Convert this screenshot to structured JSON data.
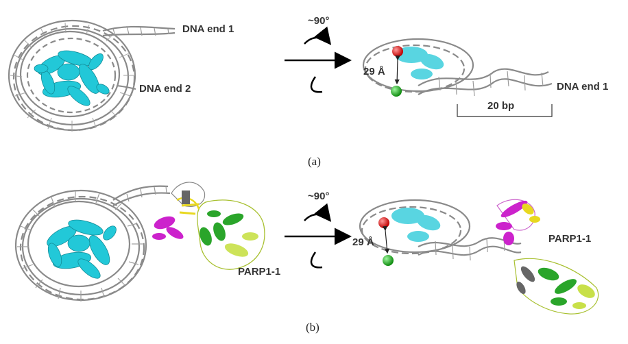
{
  "panel_a": {
    "caption": "(a)",
    "label_dna_end_1": "DNA end 1",
    "label_dna_end_2": "DNA end 2",
    "rotation": "~90°",
    "distance": "29 Å",
    "label_dna_end_1_rotated": "DNA end 1",
    "scale_bar": "20 bp"
  },
  "panel_b": {
    "caption": "(b)",
    "rotation": "~90°",
    "distance": "29 Å",
    "label_parp_left": "PARP1-1",
    "label_parp_right": "PARP1-1"
  },
  "colors": {
    "dna": "#8a8a8a",
    "histone": "#22c8d8",
    "marker_red": "#e01010",
    "marker_green": "#20b020",
    "parp_magenta": "#cc22cc",
    "parp_green": "#2aa52a",
    "parp_lime": "#c8e048",
    "parp_yellow": "#e8d820",
    "parp_gray": "#666666"
  }
}
